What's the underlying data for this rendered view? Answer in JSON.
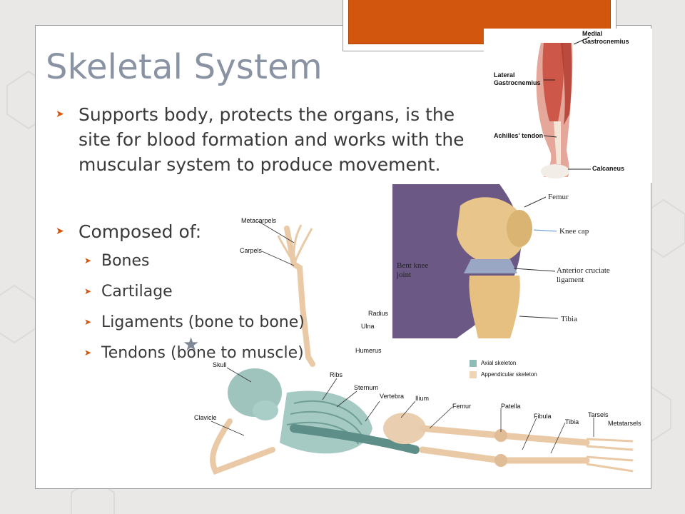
{
  "slide": {
    "title": "Skeletal System",
    "accent_color": "#d3560f",
    "title_color": "#8a93a3",
    "bullets": [
      {
        "level": 1,
        "text": "Supports body, protects the organs, is the site for blood formation and works with the muscular system to produce movement."
      },
      {
        "level": 1,
        "text": "Composed of:"
      },
      {
        "level": 2,
        "text": "Bones"
      },
      {
        "level": 2,
        "text": "Cartilage"
      },
      {
        "level": 2,
        "text": "Ligaments (bone to bone)"
      },
      {
        "level": 2,
        "text": "Tendons (bone to muscle)"
      }
    ]
  },
  "leg_image": {
    "labels": {
      "medial_gastrocnemius": "Medial Gastrocnemius",
      "lateral_gastrocnemius": "Lateral Gastrocnemius",
      "achilles_tendon": "Achilles' tendon",
      "calcaneus": "Calcaneus"
    }
  },
  "knee_image": {
    "labels": {
      "bent_knee_joint": "Bent knee joint",
      "femur": "Femur",
      "knee_cap": "Knee cap",
      "acl": "Anterior cruciate ligament",
      "tibia": "Tibia"
    }
  },
  "skeleton_image": {
    "labels": {
      "metacarpels": "Metacarpels",
      "carpels": "Carpels",
      "radius": "Radius",
      "ulna": "Ulna",
      "humerus": "Humerus",
      "skull": "Skull",
      "ribs": "Ribs",
      "sternum": "Sternum",
      "vertebra": "Vertebra",
      "ilium": "Ilium",
      "femur": "Femur",
      "patella": "Patella",
      "fibula": "Fibula",
      "tibia": "Tibia",
      "tarsels": "Tarsels",
      "metatarsels": "Metatarsels",
      "clavicle": "Clavicle"
    },
    "legend": {
      "axial": "Axial skeleton",
      "appendicular": "Appendicular skeleton"
    }
  }
}
